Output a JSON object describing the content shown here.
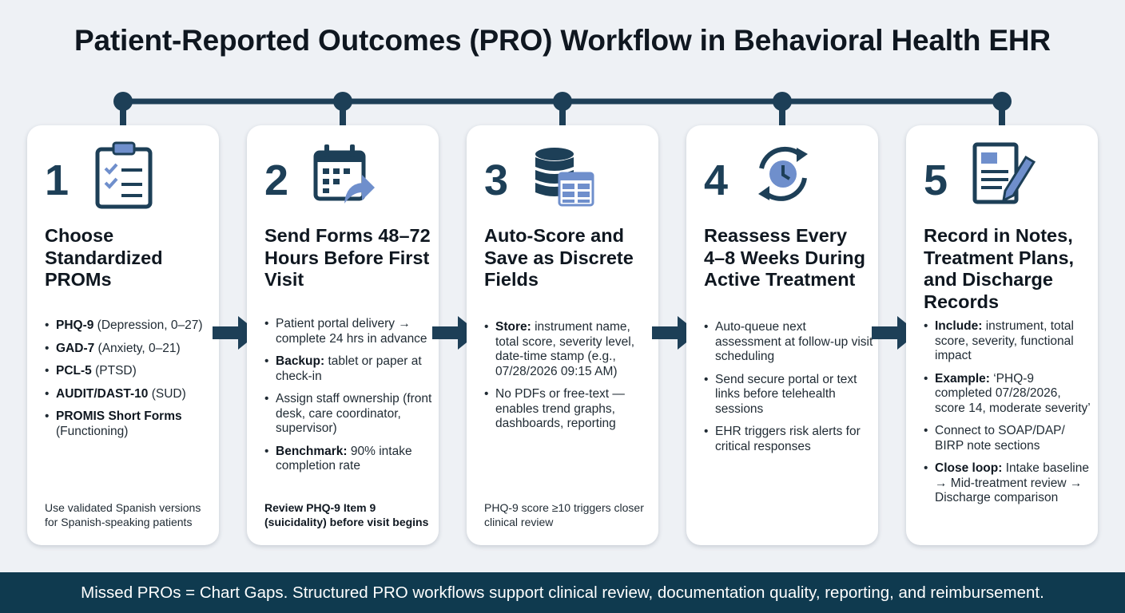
{
  "title": "Patient-Reported Outcomes (PRO) Workflow in Behavioral Health EHR",
  "colors": {
    "navy": "#1d3f57",
    "accent": "#6f8fcc",
    "footer_bg": "#0f3a4f",
    "card_bg": "#ffffff",
    "page_bg": "#eef1f5"
  },
  "steps": [
    {
      "number": "1",
      "icon": "clipboard-checklist-icon",
      "heading": "Choose Standardized PROMs",
      "bullets": [
        {
          "strong": "PHQ-9",
          "text": " (Depression, 0–27)"
        },
        {
          "strong": "GAD-7",
          "text": " (Anxiety, 0–21)"
        },
        {
          "strong": "PCL-5",
          "text": " (PTSD)"
        },
        {
          "strong": "AUDIT/DAST-10",
          "text": " (SUD)"
        },
        {
          "strong": "PROMIS Short Forms",
          "text": " (Functioning)"
        }
      ],
      "footnote": "Use validated Spanish versions for Spanish-speaking patients",
      "footnote_bold": false
    },
    {
      "number": "2",
      "icon": "calendar-send-icon",
      "heading": "Send Forms 48–72 Hours Before First Visit",
      "bullets": [
        {
          "strong": "",
          "text": "Patient portal delivery → complete 24 hrs in advance"
        },
        {
          "strong": "Backup:",
          "text": " tablet or paper at check-in"
        },
        {
          "strong": "",
          "text": "Assign staff ownership (front desk, care coordinator, supervisor)"
        },
        {
          "strong": "Benchmark:",
          "text": " 90% intake completion rate"
        }
      ],
      "footnote": "Review PHQ-9 Item 9 (suicidality) before visit begins",
      "footnote_bold": true
    },
    {
      "number": "3",
      "icon": "database-table-icon",
      "heading": "Auto-Score and Save as Discrete Fields",
      "bullets": [
        {
          "strong": "Store:",
          "text": " instrument name, total score, severity level, date-time stamp (e.g., 07/28/2026 09:15 AM)"
        },
        {
          "strong": "",
          "text": "No PDFs or free-text — enables trend graphs, dashboards, reporting"
        }
      ],
      "footnote": "PHQ-9 score ≥10 triggers closer clinical review",
      "footnote_bold": false
    },
    {
      "number": "4",
      "icon": "clock-refresh-icon",
      "heading": "Reassess Every 4–8 Weeks During Active Treatment",
      "bullets": [
        {
          "strong": "",
          "text": "Auto-queue next assessment at follow-up visit scheduling"
        },
        {
          "strong": "",
          "text": "Send secure portal or text links before telehealth sessions"
        },
        {
          "strong": "",
          "text": "EHR triggers risk alerts for critical responses"
        }
      ],
      "footnote": "",
      "footnote_bold": false
    },
    {
      "number": "5",
      "icon": "document-pen-icon",
      "heading": "Record in Notes, Treatment Plans, and Discharge Records",
      "bullets": [
        {
          "strong": "Include:",
          "text": " instrument, total score, severity, functional impact"
        },
        {
          "strong": "Example:",
          "text": " ‘PHQ-9 completed 07/28/2026, score 14, moderate severity’"
        },
        {
          "strong": "",
          "text": "Connect to SOAP/DAP/ BIRP note sections"
        },
        {
          "strong": "Close loop:",
          "text": " Intake baseline → Mid-treatment review → Discharge comparison"
        }
      ],
      "footnote": "",
      "footnote_bold": false
    }
  ],
  "footer": "Missed PROs = Chart Gaps. Structured PRO workflows support clinical review, documentation quality, reporting, and reimbursement."
}
